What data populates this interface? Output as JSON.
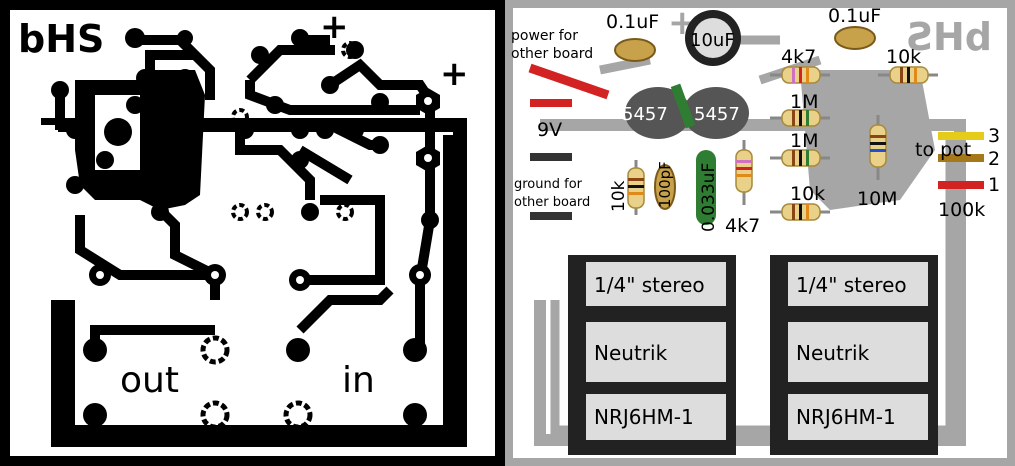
{
  "left_board": {
    "title": "bHS",
    "plus_top": "+",
    "plus_right": "+",
    "out_label": "out",
    "in_label": "in"
  },
  "right_board": {
    "title_mirrored": "bHS",
    "plus_mark": "+",
    "colors": {
      "trace": "#a6a6a6",
      "background": "#ffffff",
      "border": "#b0b0b0",
      "cap_film": "#c8a24a",
      "cap_green": "#2e7d32",
      "transistor": "#555555",
      "resistor_body": "#e9d18a",
      "wire_red": "#d32222",
      "wire_yellow": "#e6cc1a",
      "wire_brown": "#a5781a",
      "wire_black": "#333333"
    },
    "labels": {
      "cap_left": "0.1uF",
      "cap_mid": "10uF",
      "cap_right": "0.1uF",
      "power_line1": "power for",
      "power_line2": "other board",
      "nine_v": "9V",
      "ground_line1": "ground for",
      "ground_line2": "other board",
      "transistor_a": "5457",
      "transistor_b": "5457",
      "r_4k7_top": "4k7",
      "r_1m_a": "1M",
      "r_1m_b": "1M",
      "r_10k_top": "10k",
      "r_10k_left": "10k",
      "cap_100pf": "100pF",
      "cap_033": "0.033uF",
      "r_4k7_bottom": "4k7",
      "r_10k_bottom": "10k",
      "r_10m": "10M",
      "to_pot": "to pot",
      "pot_1": "1",
      "pot_2": "2",
      "pot_3": "3",
      "r_100k": "100k"
    },
    "jacks": [
      {
        "type": "1/4\" stereo",
        "brand": "Neutrik",
        "model": "NRJ6HM-1"
      },
      {
        "type": "1/4\" stereo",
        "brand": "Neutrik",
        "model": "NRJ6HM-1"
      }
    ]
  }
}
